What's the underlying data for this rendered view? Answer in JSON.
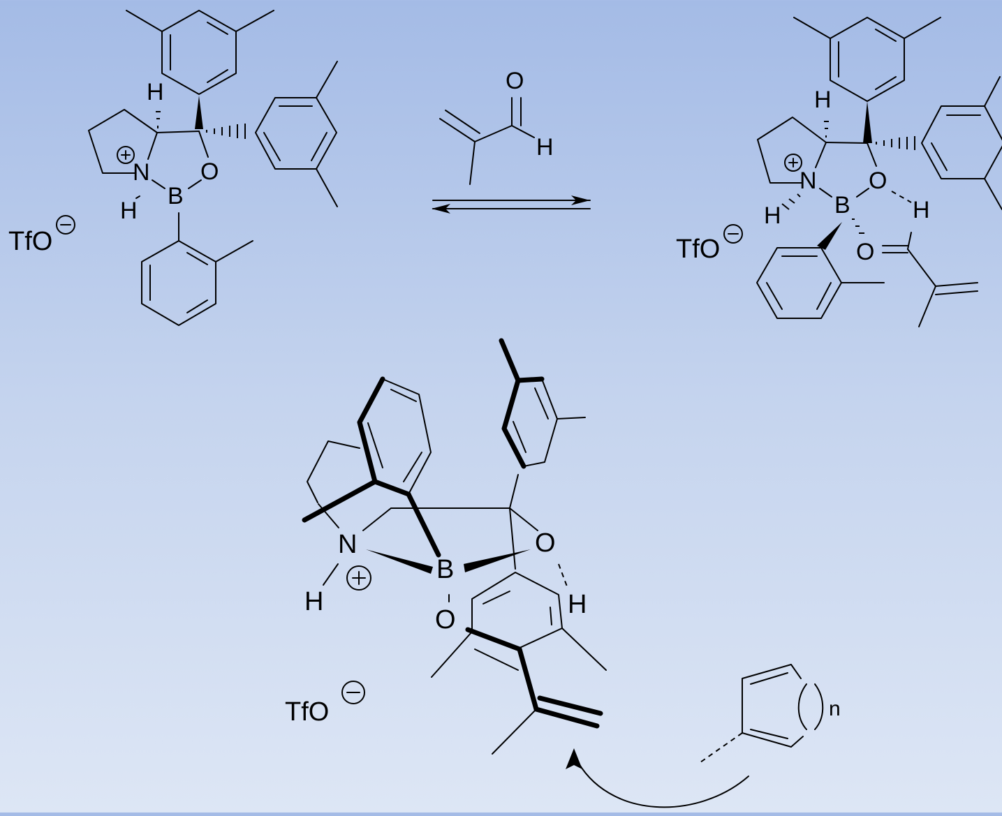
{
  "labels": {
    "counterion": "TfO",
    "hydrogen": "H",
    "nitrogen": "N",
    "boron": "B",
    "oxygen": "O",
    "ring_size_variable": "n"
  },
  "colors": {
    "background_top": "#a4bbe6",
    "background_bottom": "#dde6f5",
    "ink": "#000000"
  },
  "icons": {
    "plus_charge": "circled-plus",
    "minus_charge": "circled-minus",
    "equilibrium": "equilibrium-arrow",
    "curved_arrow": "curved-arrow"
  }
}
